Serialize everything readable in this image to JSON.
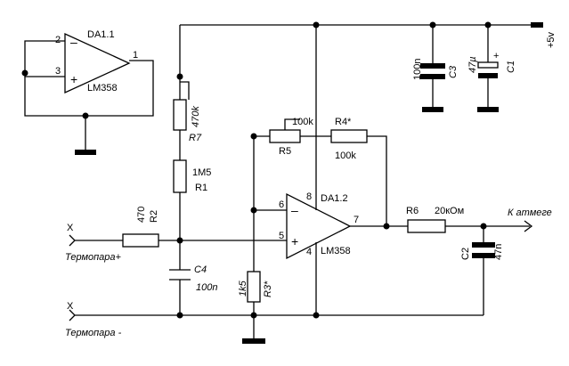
{
  "opamp1": {
    "ref": "DA1.1",
    "part": "LM358",
    "pin_inv": "2",
    "pin_noninv": "3",
    "pin_out": "1",
    "minus": "–",
    "plus": "+"
  },
  "opamp2": {
    "ref": "DA1.2",
    "part": "LM358",
    "pin_inv": "6",
    "pin_noninv": "5",
    "pin_out": "7",
    "pin_vcc": "8",
    "pin_gnd": "4",
    "minus": "–",
    "plus": "+"
  },
  "components": {
    "r7": {
      "ref": "R7",
      "value": "470k"
    },
    "r1": {
      "ref": "R1",
      "value": "1M5"
    },
    "r2": {
      "ref": "R2",
      "value": "470"
    },
    "r5": {
      "ref": "R5",
      "value": "100k"
    },
    "r4": {
      "ref": "R4*",
      "value": "100k"
    },
    "r3": {
      "ref": "R3*",
      "value": "1k5"
    },
    "r6": {
      "ref": "R6",
      "value": "20кОм"
    },
    "c4": {
      "ref": "C4",
      "value": "100n"
    },
    "c3": {
      "ref": "C3",
      "value": "100n"
    },
    "c1": {
      "ref": "C1",
      "value": "47µ",
      "polarity": "+"
    },
    "c2": {
      "ref": "C2",
      "value": "47n"
    }
  },
  "connectors": {
    "power": "+5v",
    "output": "К атмеге",
    "thermo_plus": "Термопара+",
    "thermo_minus": "Термопара -",
    "x_mark": "X"
  }
}
